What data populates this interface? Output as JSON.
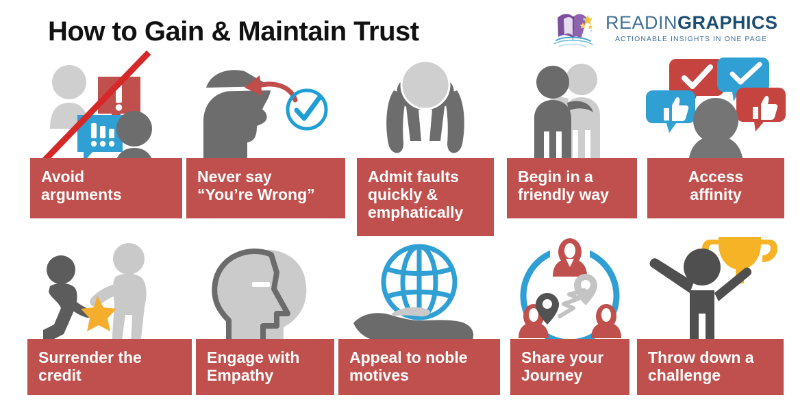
{
  "header": {
    "title": "How to Gain & Maintain Trust"
  },
  "logo": {
    "icon": "open-book-with-stars-logo",
    "word_part_1": "READIN",
    "word_part_2": "GRAPHICS",
    "tagline": "ACTIONABLE INSIGHTS IN ONE PAGE"
  },
  "colors": {
    "label_red": "#c0504d",
    "accent_blue": "#29a3dc",
    "accent_red": "#c0504d",
    "dark_gray": "#575757",
    "mid_gray": "#808080",
    "light_gray": "#c9c9c9",
    "gold": "#f5b325",
    "logo_purple": "#7b4f9d",
    "logo_blue": "#1c4d72",
    "title_black": "#111111"
  },
  "rows": [
    {
      "row": 1,
      "cards": [
        {
          "id": 1,
          "label": "Avoid\narguments",
          "label_lines": [
            "Avoid",
            "arguments"
          ],
          "align": "left",
          "icon": "two-people-arguing-crossed-out-icon"
        },
        {
          "id": 2,
          "label": "Never say\n“You’re Wrong”",
          "label_lines": [
            "Never say",
            "“You’re Wrong”"
          ],
          "align": "left",
          "icon": "open-mind-head-with-check-icon"
        },
        {
          "id": 3,
          "label": "Admit faults\nquickly &\nemphatically",
          "label_lines": [
            "Admit faults",
            "quickly &",
            "emphatically"
          ],
          "align": "left",
          "icon": "bowing-person-icon"
        },
        {
          "id": 4,
          "label": "Begin in a\nfriendly way",
          "label_lines": [
            "Begin in a",
            "friendly way"
          ],
          "align": "left",
          "icon": "two-friends-arm-around-icon"
        },
        {
          "id": 5,
          "label": "Access\naffinity",
          "label_lines": [
            "Access",
            "affinity"
          ],
          "align": "center",
          "icon": "person-with-approval-speech-bubbles-icon"
        }
      ]
    },
    {
      "row": 2,
      "cards": [
        {
          "id": 6,
          "label": "Surrender the\ncredit",
          "label_lines": [
            "Surrender the",
            "credit"
          ],
          "align": "left",
          "icon": "kneeling-person-handing-star-icon"
        },
        {
          "id": 7,
          "label": "Engage with\nEmpathy",
          "label_lines": [
            "Engage with",
            "Empathy"
          ],
          "align": "left",
          "icon": "two-overlapping-heads-icon"
        },
        {
          "id": 8,
          "label": "Appeal to noble\nmotives",
          "label_lines": [
            "Appeal to noble",
            "motives"
          ],
          "align": "left",
          "icon": "hand-holding-globe-icon"
        },
        {
          "id": 9,
          "label": "Share your\nJourney",
          "label_lines": [
            "Share your",
            "Journey"
          ],
          "align": "left",
          "icon": "people-network-with-map-pins-icon"
        },
        {
          "id": 10,
          "label": "Throw down a\nchallenge",
          "label_lines": [
            "Throw down a",
            "challenge"
          ],
          "align": "left",
          "icon": "person-raising-trophy-icon"
        }
      ]
    }
  ]
}
